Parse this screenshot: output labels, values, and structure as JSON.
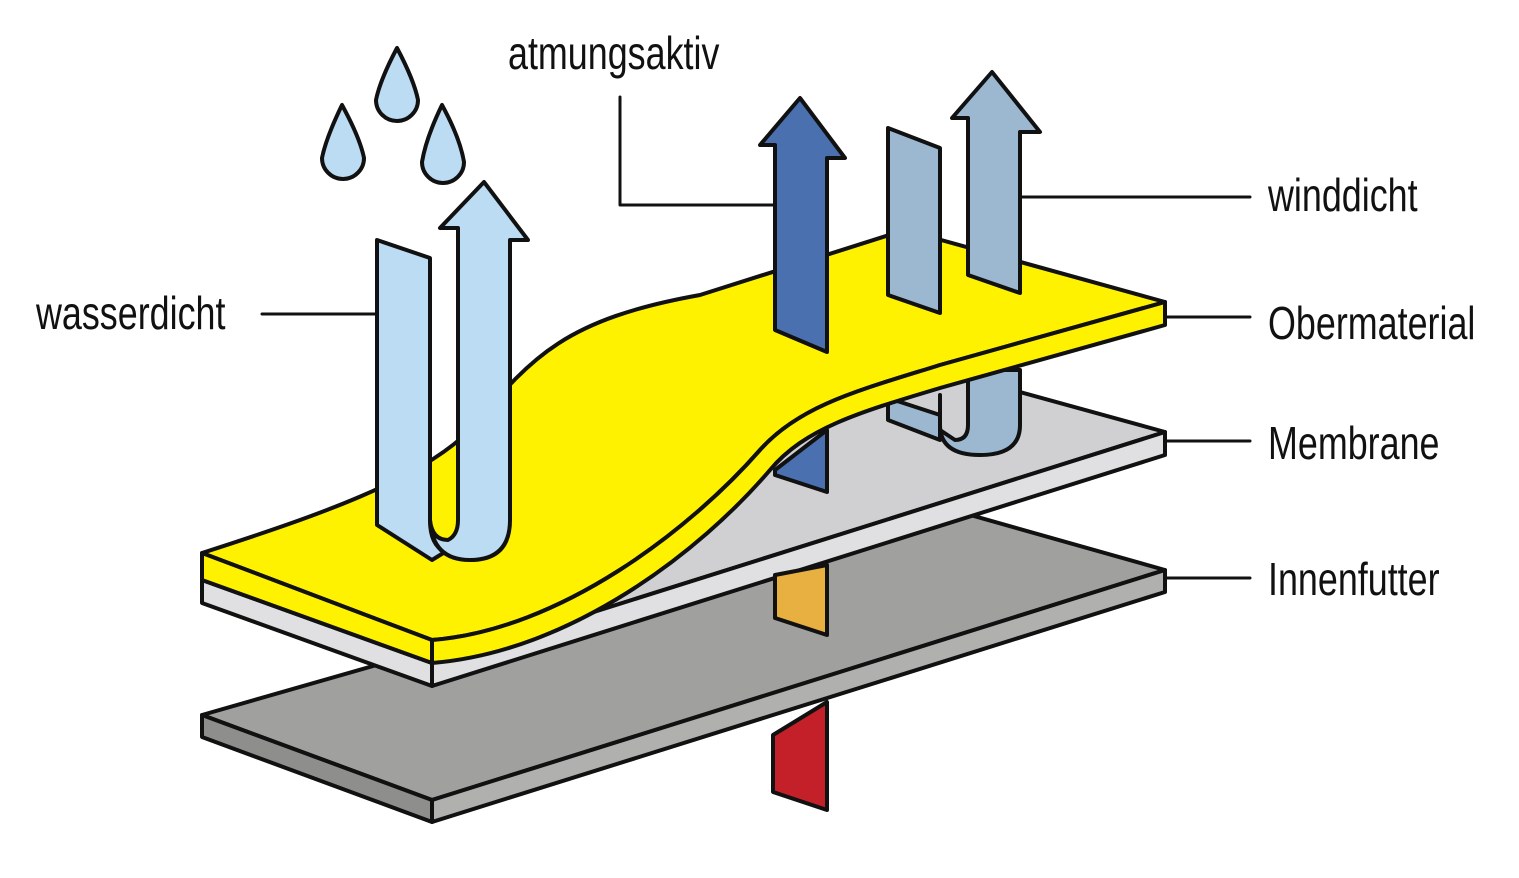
{
  "labels": {
    "wasserdicht": "wasserdicht",
    "atmungsaktiv": "atmungsaktiv",
    "winddicht": "winddicht",
    "obermaterial": "Obermaterial",
    "membrane": "Membrane",
    "innenfutter": "Innenfutter"
  },
  "colors": {
    "outline": "#111111",
    "obermaterial": "#fff200",
    "membrane_top": "#d0d0d3",
    "membrane_side": "#e0e0e2",
    "innenfutter_top": "#a0a09e",
    "innenfutter_side": "#8e8e8c",
    "water_light_blue": "#bcdcf4",
    "breath_dark_blue": "#4a70b0",
    "wind_grey_blue": "#9cb8d0",
    "stub_orange": "#e8b040",
    "stub_red": "#c4202a"
  },
  "icons": [
    "raindrop-icon",
    "arrow-up-icon"
  ]
}
